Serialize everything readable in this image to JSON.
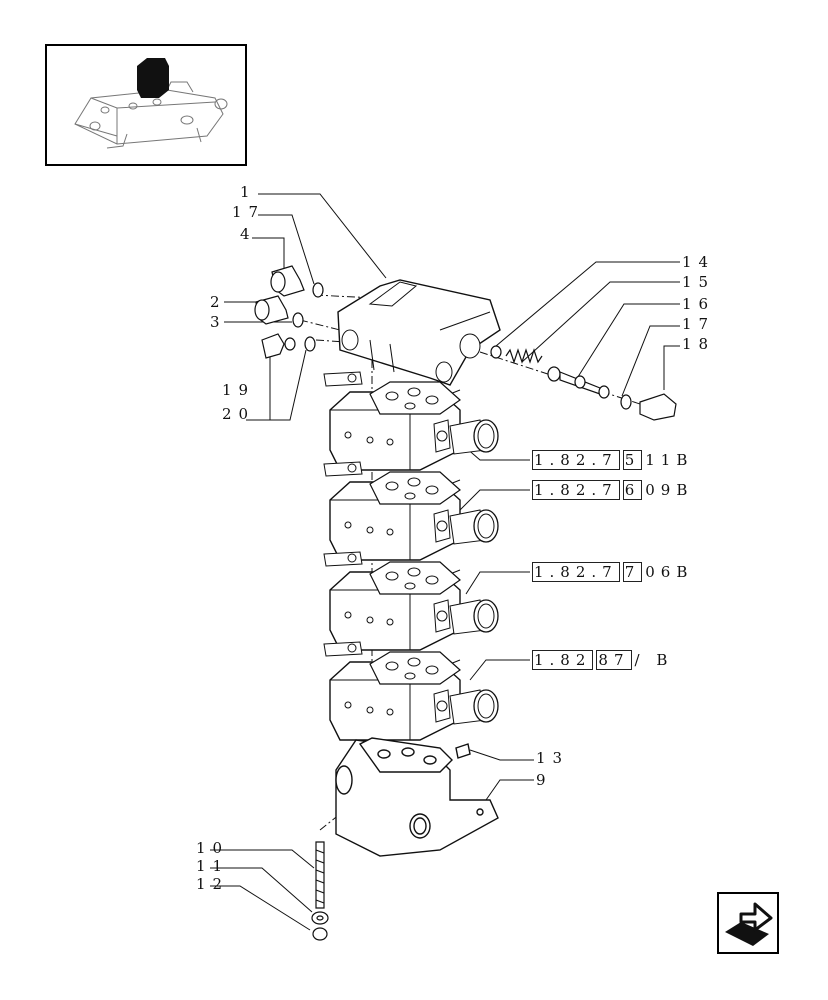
{
  "labels": {
    "l1": "1",
    "l17a": "17",
    "l4": "4",
    "l2": "2",
    "l3": "3",
    "l19": "19",
    "l20": "20",
    "l14": "14",
    "l15": "15",
    "l16": "16",
    "l17b": "17",
    "l18": "18",
    "l13": "13",
    "l9": "9",
    "l10": "10",
    "l11": "11",
    "l12": "12"
  },
  "refs": [
    {
      "a": "1.82.7",
      "b": "5",
      "c": "11B"
    },
    {
      "a": "1.82.7",
      "b": "6",
      "c": "09B"
    },
    {
      "a": "1.82.7",
      "b": "7",
      "c": "06B"
    },
    {
      "a": "1.82",
      "b": "87",
      "c": "/ B"
    }
  ],
  "icons": {
    "thumbnail": "tractor-hydraulic-block-thumbnail",
    "nav": "next-page-arrow-icon"
  }
}
